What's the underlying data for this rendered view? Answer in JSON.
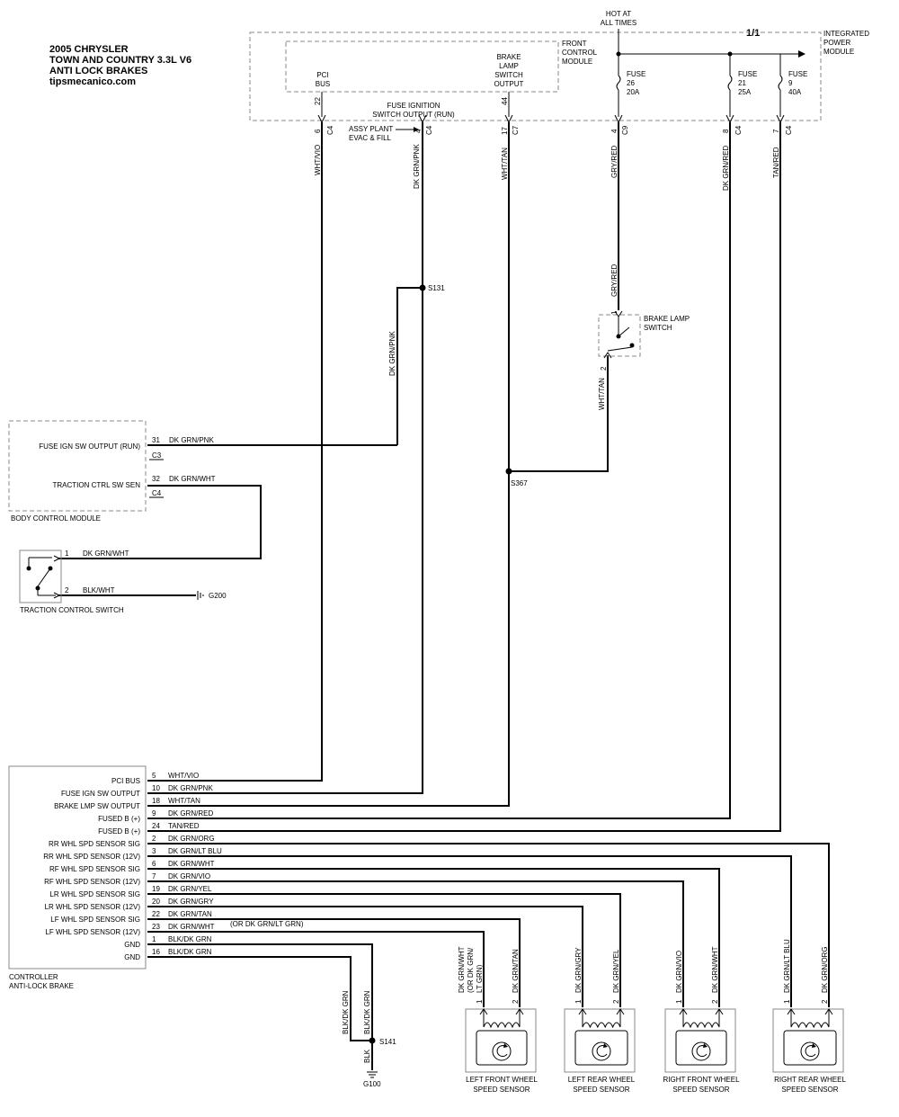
{
  "header": {
    "line1": "2005 CHRYSLER",
    "line2": "TOWN AND COUNTRY  3.3L V6",
    "line3": "ANTI LOCK BRAKES",
    "site": "tipsmecanico.com",
    "page": "1/1"
  },
  "top": {
    "hot": "HOT AT",
    "all_times": "ALL TIMES",
    "ipm": [
      "INTEGRATED",
      "POWER",
      "MODULE"
    ],
    "fcm": [
      "FRONT",
      "CONTROL",
      "MODULE"
    ],
    "pci": [
      "PCI",
      "BUS"
    ],
    "brake_out": [
      "BRAKE",
      "LAMP",
      "SWITCH",
      "OUTPUT"
    ],
    "fuse_ign": [
      "FUSE IGNITION",
      "SWITCH OUTPUT (RUN)"
    ],
    "assy": [
      "ASSY PLANT",
      "EVAC & FILL"
    ],
    "fuse_word": "FUSE",
    "fuse26": [
      "26",
      "20A"
    ],
    "fuse21": [
      "21",
      "25A"
    ],
    "fuse9": [
      "9",
      "40A"
    ],
    "pin22": "22",
    "pin44": "44",
    "pin6": "6",
    "pin4a": "4",
    "pin17": "17",
    "pin4b": "4",
    "pin8": "8",
    "pin7": "7",
    "c4": "C4",
    "c7": "C7",
    "c9": "C9"
  },
  "wires": {
    "wht_vio": "WHT/VIO",
    "dk_grn_pnk": "DK GRN/PNK",
    "wht_tan": "WHT/TAN",
    "gry_red": "GRY/RED",
    "dk_grn_red": "DK GRN/RED",
    "tan_red": "TAN/RED",
    "dk_grn_wht": "DK GRN/WHT",
    "blk_wht": "BLK/WHT",
    "blk_dk_grn": "BLK/DK GRN",
    "blk": "BLK"
  },
  "splices": {
    "s131": "S131",
    "s367": "S367",
    "s141": "S141",
    "g200": "G200",
    "g100": "G100"
  },
  "brake_switch": {
    "label": [
      "BRAKE LAMP",
      "SWITCH"
    ],
    "pin1": "1",
    "pin2": "2"
  },
  "bcm": {
    "fuse_ign": "FUSE IGN SW OUTPUT (RUN)",
    "traction": "TRACTION CTRL SW SEN",
    "c3": "C3",
    "c4": "C4",
    "pin31": "31",
    "pin32": "32",
    "name": "BODY CONTROL MODULE"
  },
  "traction_switch": {
    "name": "TRACTION CONTROL SWITCH",
    "pin1": "1",
    "pin2": "2"
  },
  "controller": {
    "name": [
      "CONTROLLER",
      "ANTI-LOCK BRAKE"
    ],
    "or_note": "(OR DK GRN/LT GRN)",
    "rows": [
      {
        "label": "PCI BUS",
        "pin": "5",
        "wire": "WHT/VIO"
      },
      {
        "label": "FUSE IGN SW OUTPUT",
        "pin": "10",
        "wire": "DK GRN/PNK"
      },
      {
        "label": "BRAKE LMP SW OUTPUT",
        "pin": "18",
        "wire": "WHT/TAN"
      },
      {
        "label": "FUSED B (+)",
        "pin": "9",
        "wire": "DK GRN/RED"
      },
      {
        "label": "FUSED B (+)",
        "pin": "24",
        "wire": "TAN/RED"
      },
      {
        "label": "RR WHL SPD SENSOR SIG",
        "pin": "2",
        "wire": "DK GRN/ORG"
      },
      {
        "label": "RR WHL SPD SENSOR (12V)",
        "pin": "3",
        "wire": "DK GRN/LT BLU"
      },
      {
        "label": "RF WHL SPD SENSOR SIG",
        "pin": "6",
        "wire": "DK GRN/WHT"
      },
      {
        "label": "RF WHL SPD SENSOR (12V)",
        "pin": "7",
        "wire": "DK GRN/VIO"
      },
      {
        "label": "LR WHL SPD SENSOR SIG",
        "pin": "19",
        "wire": "DK GRN/YEL"
      },
      {
        "label": "LR WHL SPD SENSOR (12V)",
        "pin": "20",
        "wire": "DK GRN/GRY"
      },
      {
        "label": "LF WHL SPD SENSOR SIG",
        "pin": "22",
        "wire": "DK GRN/TAN"
      },
      {
        "label": "LF WHL SPD SENSOR (12V)",
        "pin": "23",
        "wire": "DK GRN/WHT"
      },
      {
        "label": "GND",
        "pin": "1",
        "wire": "BLK/DK GRN"
      },
      {
        "label": "GND",
        "pin": "16",
        "wire": "BLK/DK GRN"
      }
    ]
  },
  "sensors": [
    {
      "name": [
        "LEFT FRONT WHEEL",
        "SPEED SENSOR"
      ],
      "w1": [
        "DK GRN/WHT",
        "(OR DK GRN/",
        "LT GRN)"
      ],
      "w2": "DK GRN/TAN"
    },
    {
      "name": [
        "LEFT REAR WHEEL",
        "SPEED SENSOR"
      ],
      "w1": [
        "DK GRN/GRY"
      ],
      "w2": "DK GRN/YEL"
    },
    {
      "name": [
        "RIGHT FRONT WHEEL",
        "SPEED SENSOR"
      ],
      "w1": [
        "DK GRN/VIO"
      ],
      "w2": "DK GRN/WHT"
    },
    {
      "name": [
        "RIGHT REAR WHEEL",
        "SPEED SENSOR"
      ],
      "w1": [
        "DK GRN/LT BLU"
      ],
      "w2": "DK GRN/ORG"
    }
  ],
  "pin1": "1",
  "pin2": "2"
}
